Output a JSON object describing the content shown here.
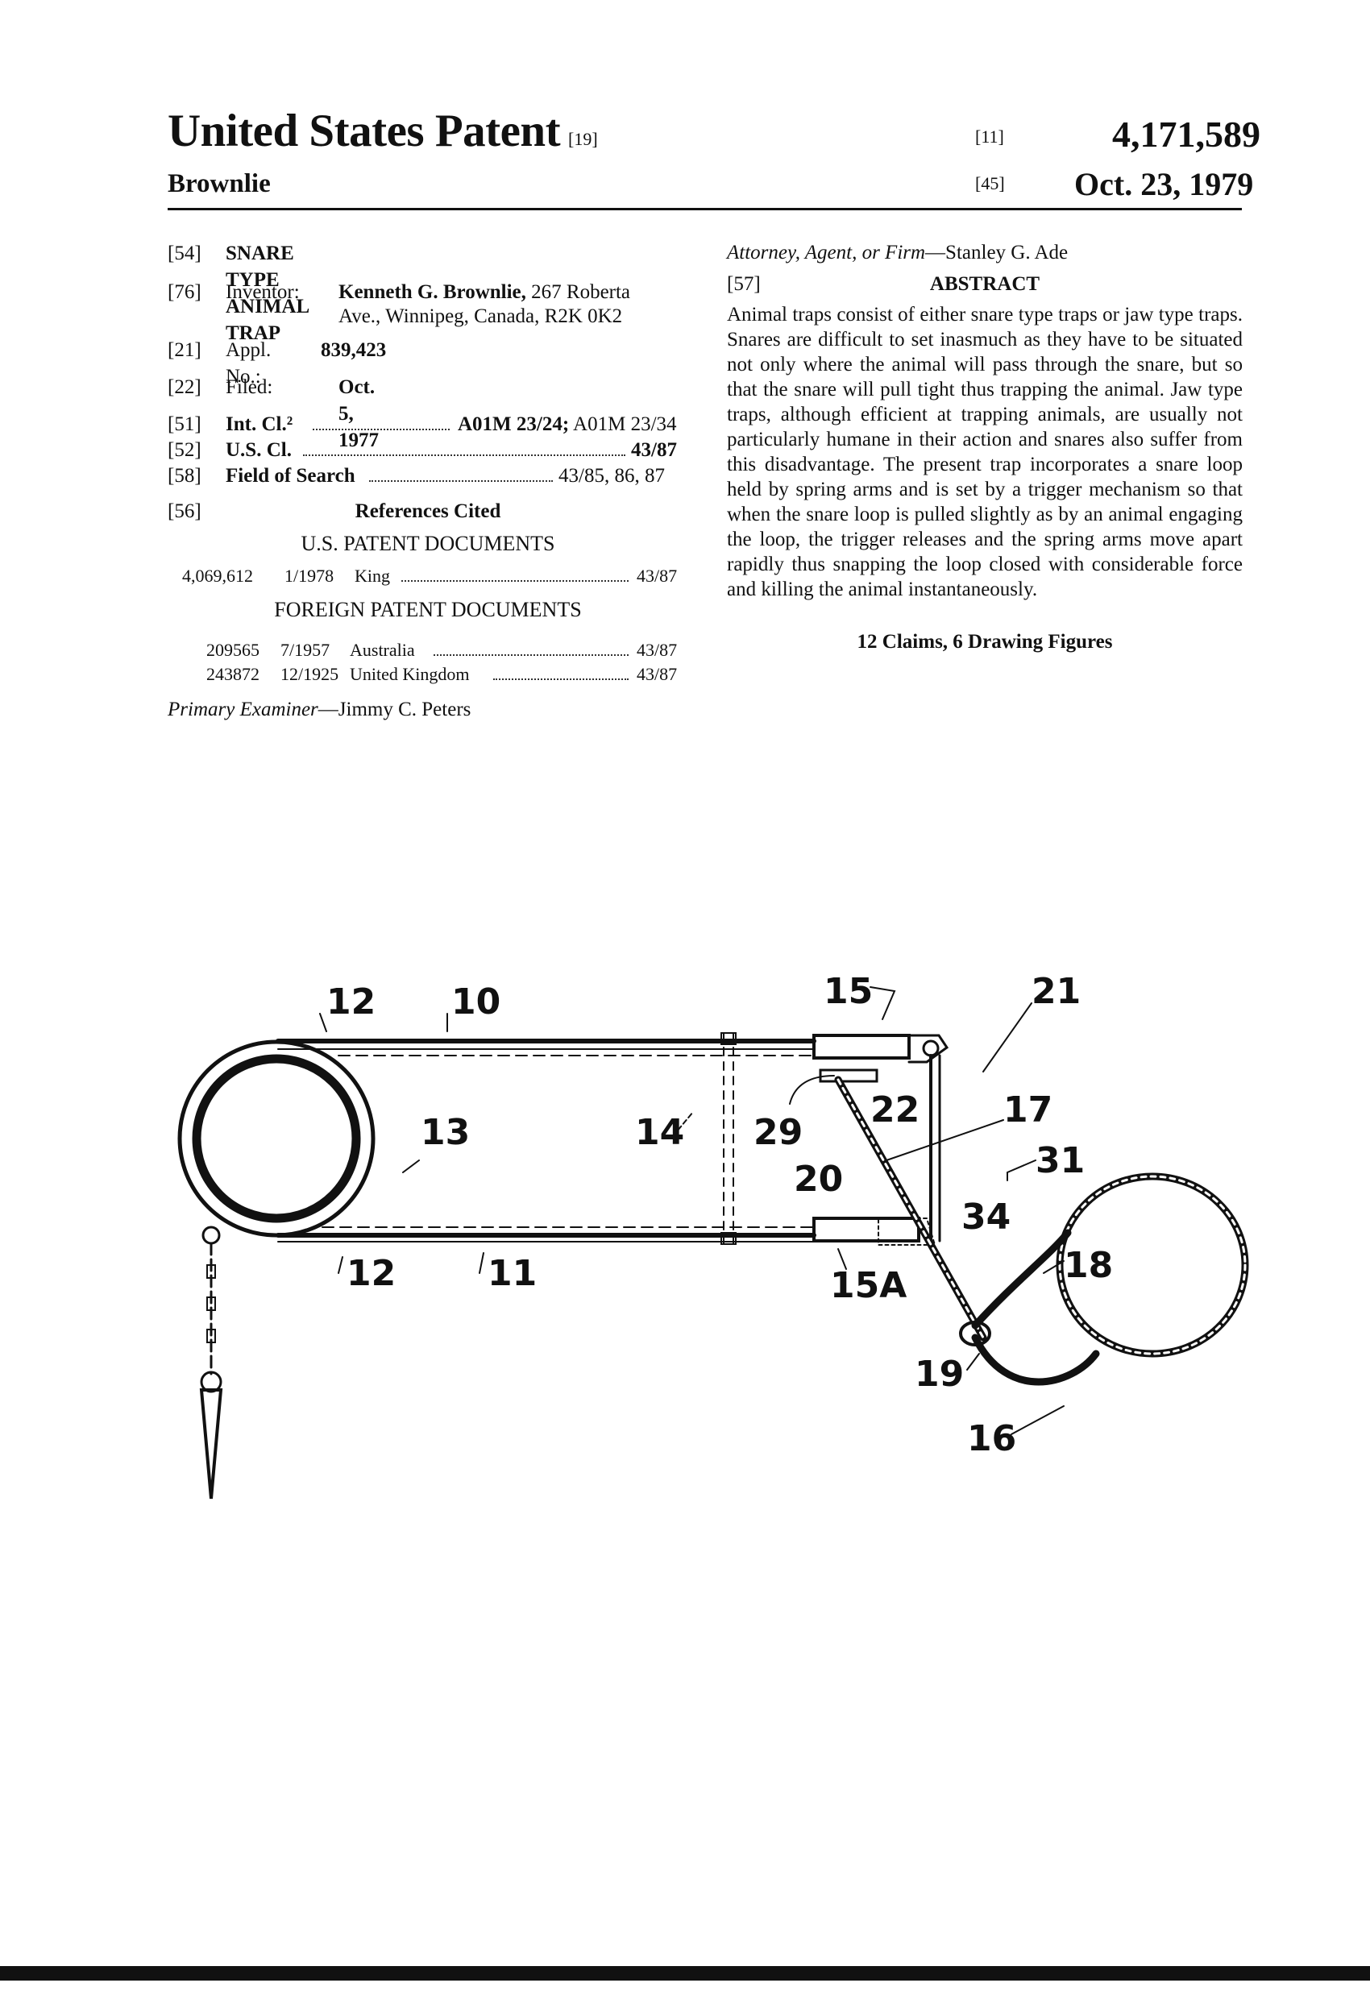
{
  "header": {
    "title": "United States Patent",
    "title_code": "[19]",
    "inventor_surname": "Brownlie",
    "number_code": "[11]",
    "patent_number": "4,171,589",
    "date_code": "[45]",
    "date": "Oct. 23, 1979"
  },
  "biblio": {
    "f54": {
      "code": "[54]",
      "value": "SNARE TYPE ANIMAL TRAP"
    },
    "f76": {
      "code": "[76]",
      "label": "Inventor:",
      "name": "Kenneth G. Brownlie,",
      "addr1": "267 Roberta",
      "addr2": "Ave., Winnipeg, Canada, R2K 0K2"
    },
    "f21": {
      "code": "[21]",
      "label": "Appl. No.:",
      "value": "839,423"
    },
    "f22": {
      "code": "[22]",
      "label": "Filed:",
      "value": "Oct. 5, 1977"
    },
    "f51": {
      "code": "[51]",
      "label": "Int. Cl.²",
      "value_bold": "A01M 23/24;",
      "value_rest": "A01M 23/34"
    },
    "f52": {
      "code": "[52]",
      "label": "U.S. Cl.",
      "value": "43/87"
    },
    "f58": {
      "code": "[58]",
      "label": "Field of Search",
      "value": "43/85, 86, 87"
    },
    "f56": {
      "code": "[56]",
      "heading": "References Cited"
    },
    "us_heading": "U.S. PATENT DOCUMENTS",
    "us_refs": [
      {
        "number": "4,069,612",
        "date": "1/1978",
        "name": "King",
        "class": "43/87"
      }
    ],
    "foreign_heading": "FOREIGN PATENT DOCUMENTS",
    "foreign_refs": [
      {
        "number": "209565",
        "date": "7/1957",
        "name": "Australia",
        "class": "43/87"
      },
      {
        "number": "243872",
        "date": "12/1925",
        "name": "United Kingdom",
        "class": "43/87"
      }
    ],
    "examiner_label": "Primary Examiner",
    "examiner": "—Jimmy C. Peters",
    "attorney_label": "Attorney, Agent, or Firm",
    "attorney": "—Stanley G. Ade"
  },
  "abstract": {
    "code": "[57]",
    "heading": "ABSTRACT",
    "text": "Animal traps consist of either snare type traps or jaw type traps. Snares are difficult to set inasmuch as they have to be situated not only where the animal will pass through the snare, but so that the snare will pull tight thus trapping the animal. Jaw type traps, although efficient at trapping animals, are usually not particularly humane in their action and snares also suffer from this disadvantage. The present trap incorporates a snare loop held by spring arms and is set by a trigger mechanism so that when the snare loop is pulled slightly as by an animal engaging the loop, the trigger releases and the spring arms move apart rapidly thus snapping the loop closed with considerable force and killing the animal instantaneously.",
    "claims": "12 Claims, 6 Drawing Figures"
  },
  "figure_labels": {
    "l12a": "12",
    "l10": "10",
    "l15": "15",
    "l21": "21",
    "l13": "13",
    "l14": "14",
    "l29": "29",
    "l22": "22",
    "l17": "17",
    "l31": "31",
    "l20": "20",
    "l34": "34",
    "l12b": "12",
    "l11": "11",
    "l15a": "15A",
    "l18": "18",
    "l19": "19",
    "l16": "16"
  }
}
